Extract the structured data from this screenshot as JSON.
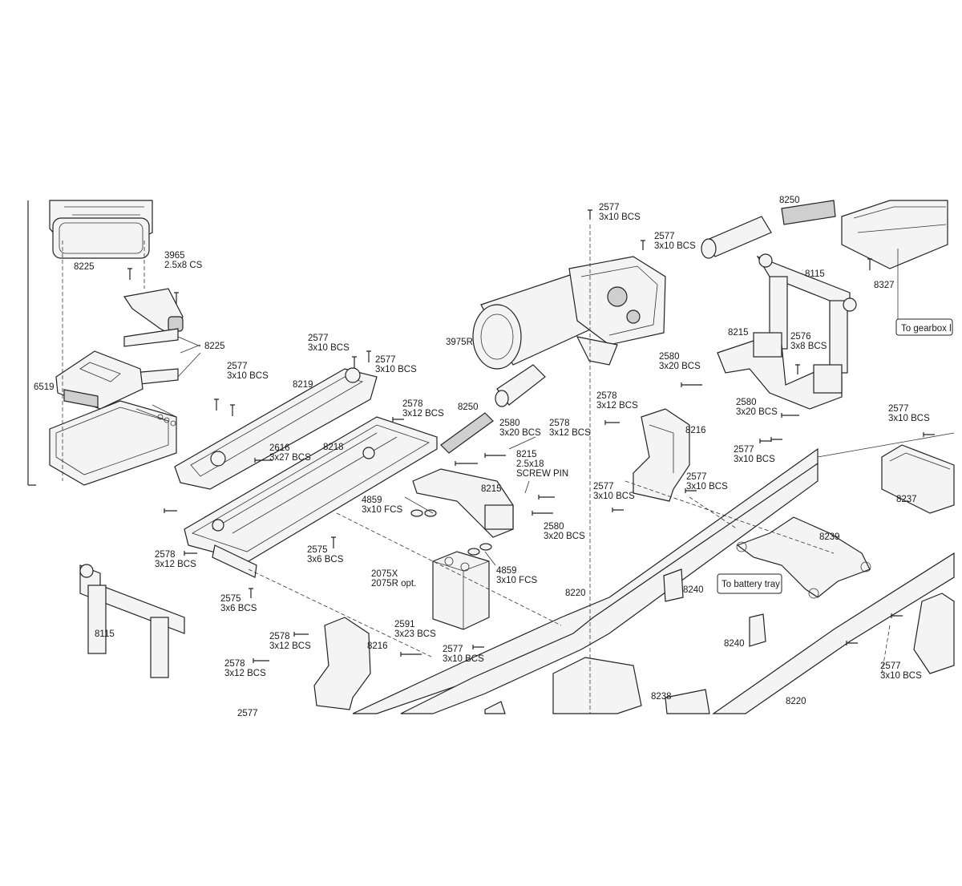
{
  "callouts": [
    {
      "id": "c1",
      "lines": [
        "2577",
        "3x10 BCS"
      ]
    },
    {
      "id": "c2",
      "lines": [
        "2577",
        "3x10 BCS"
      ]
    },
    {
      "id": "c3",
      "lines": [
        "3965",
        "2.5x8 CS"
      ]
    },
    {
      "id": "c4",
      "lines": [
        "8225"
      ]
    },
    {
      "id": "c5",
      "lines": [
        "8225"
      ]
    },
    {
      "id": "c6",
      "lines": [
        "6519"
      ]
    },
    {
      "id": "c7",
      "lines": [
        "2577",
        "3x10 BCS"
      ]
    },
    {
      "id": "c8",
      "lines": [
        "2577",
        "3x10 BCS"
      ]
    },
    {
      "id": "c9",
      "lines": [
        "2577",
        "3x10 BCS"
      ]
    },
    {
      "id": "c10",
      "lines": [
        "8219"
      ]
    },
    {
      "id": "c11",
      "lines": [
        "2578",
        "3x12 BCS"
      ]
    },
    {
      "id": "c12",
      "lines": [
        "2616",
        "3x27 BCS"
      ]
    },
    {
      "id": "c13",
      "lines": [
        "8218"
      ]
    },
    {
      "id": "c14",
      "lines": [
        "8250"
      ]
    },
    {
      "id": "c15",
      "lines": [
        "2580",
        "3x20 BCS"
      ]
    },
    {
      "id": "c16",
      "lines": [
        "8215",
        "2.5x18",
        "SCREW PIN"
      ]
    },
    {
      "id": "c17",
      "lines": [
        "2578",
        "3x12 BCS"
      ]
    },
    {
      "id": "c18",
      "lines": [
        "3975R"
      ]
    },
    {
      "id": "c19",
      "lines": [
        "8115"
      ]
    },
    {
      "id": "c20",
      "lines": [
        "8215"
      ]
    },
    {
      "id": "c21",
      "lines": [
        "2576",
        "3x8 BCS"
      ]
    },
    {
      "id": "c22",
      "lines": [
        "2580",
        "3x20 BCS"
      ]
    },
    {
      "id": "c23",
      "lines": [
        "2578",
        "3x12 BCS"
      ]
    },
    {
      "id": "c24",
      "lines": [
        "8216"
      ]
    },
    {
      "id": "c25",
      "lines": [
        "2580",
        "3x20 BCS"
      ]
    },
    {
      "id": "c26",
      "lines": [
        "2577",
        "3x10 BCS"
      ]
    },
    {
      "id": "c27",
      "lines": [
        "2577",
        "3x10 BCS"
      ]
    },
    {
      "id": "c28",
      "lines": [
        "2577",
        "3x10 BCS"
      ]
    },
    {
      "id": "c29",
      "lines": [
        "8327"
      ]
    },
    {
      "id": "c30",
      "lines": [
        "8237"
      ]
    },
    {
      "id": "c31",
      "lines": [
        "2577",
        "3x10 BCS"
      ]
    },
    {
      "id": "c32",
      "lines": [
        "8215"
      ]
    },
    {
      "id": "c33",
      "lines": [
        "2580",
        "3x20 BCS"
      ]
    },
    {
      "id": "c34",
      "lines": [
        "4859",
        "3x10 FCS"
      ]
    },
    {
      "id": "c35",
      "lines": [
        "2575",
        "3x6 BCS"
      ]
    },
    {
      "id": "c36",
      "lines": [
        "2578",
        "3x12 BCS"
      ]
    },
    {
      "id": "c37",
      "lines": [
        "2575",
        "3x6 BCS"
      ]
    },
    {
      "id": "c38",
      "lines": [
        "8115"
      ]
    },
    {
      "id": "c39",
      "lines": [
        "2075X",
        "2075R opt."
      ]
    },
    {
      "id": "c40",
      "lines": [
        "4859",
        "3x10 FCS"
      ]
    },
    {
      "id": "c41",
      "lines": [
        "8220"
      ]
    },
    {
      "id": "c42",
      "lines": [
        "8239"
      ]
    },
    {
      "id": "c43",
      "lines": [
        "8240"
      ]
    },
    {
      "id": "c44",
      "lines": [
        "8240"
      ]
    },
    {
      "id": "c45",
      "lines": [
        "2591",
        "3x23 BCS"
      ]
    },
    {
      "id": "c46",
      "lines": [
        "8216"
      ]
    },
    {
      "id": "c47",
      "lines": [
        "2578",
        "3x12 BCS"
      ]
    },
    {
      "id": "c48",
      "lines": [
        "2578",
        "3x12 BCS"
      ]
    },
    {
      "id": "c49",
      "lines": [
        "2577",
        "3x10 BCS"
      ]
    },
    {
      "id": "c50",
      "lines": [
        "8238"
      ]
    },
    {
      "id": "c51",
      "lines": [
        "8220"
      ]
    },
    {
      "id": "c52",
      "lines": [
        "2577",
        "3x10 BCS"
      ]
    },
    {
      "id": "c53",
      "lines": [
        "2577"
      ]
    },
    {
      "id": "c54",
      "lines": [
        "8250"
      ]
    }
  ],
  "notes": {
    "to_gearbox": "To gearbox l",
    "to_battery_tray": "To battery tray"
  }
}
